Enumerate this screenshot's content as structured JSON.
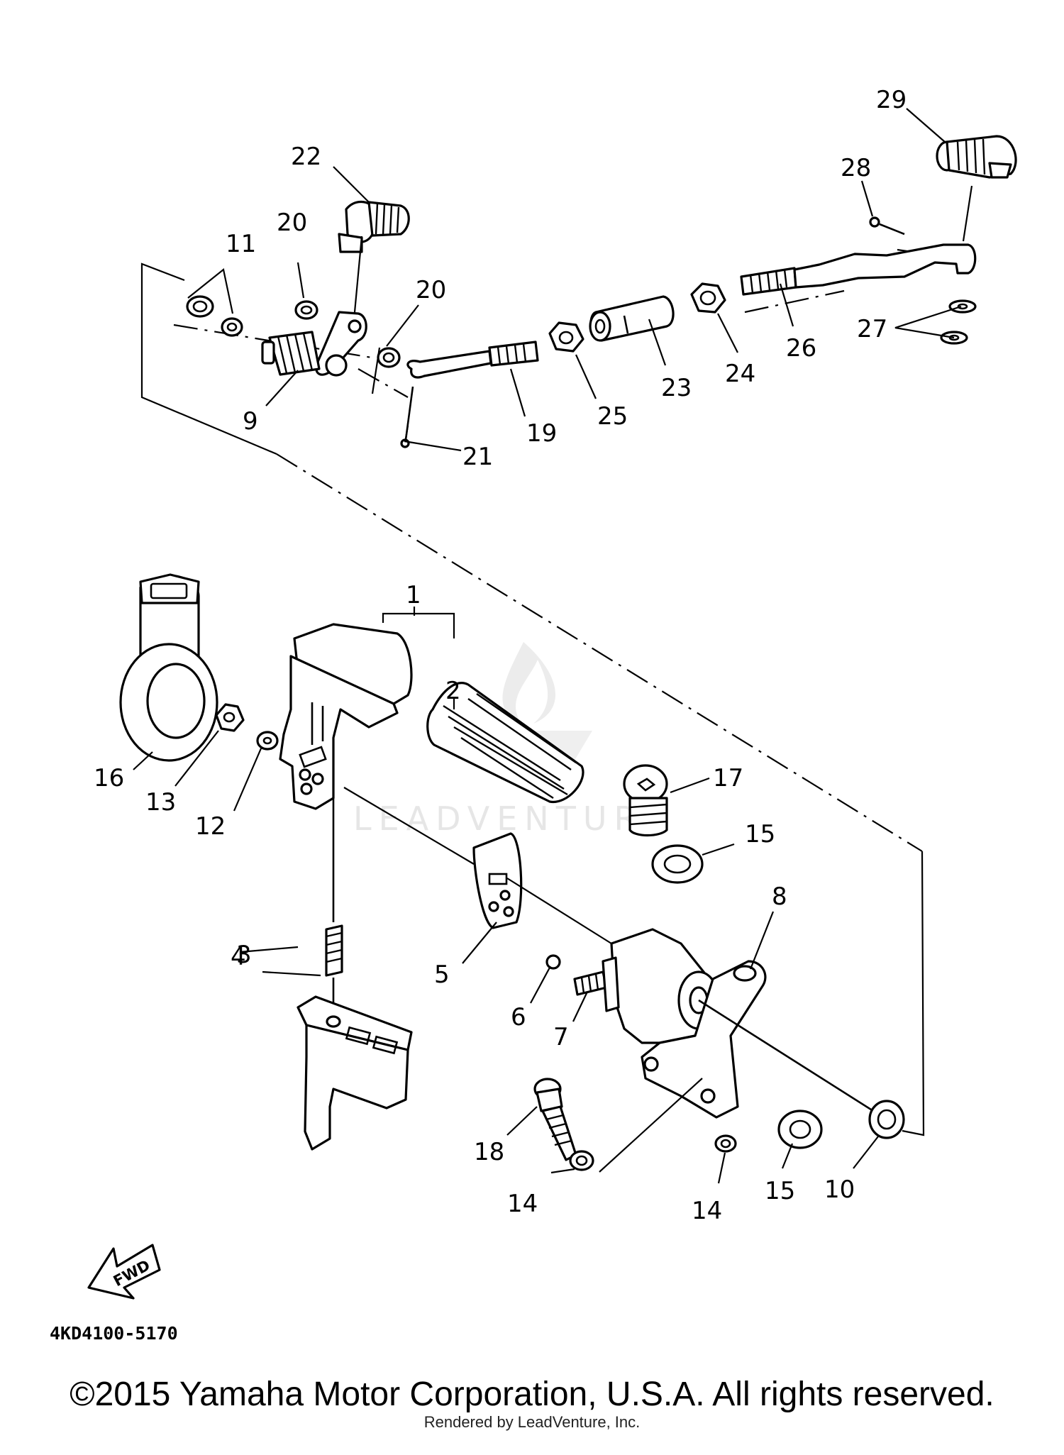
{
  "callouts": [
    "1",
    "2",
    "3",
    "4",
    "5",
    "6",
    "7",
    "8",
    "9",
    "10",
    "11",
    "12",
    "13",
    "14",
    "14",
    "15",
    "15",
    "16",
    "17",
    "18",
    "19",
    "20",
    "20",
    "21",
    "22",
    "23",
    "24",
    "25",
    "26",
    "27",
    "28",
    "29"
  ],
  "fwd_label": "FWD",
  "diagram_code": "4KD4100-5170",
  "watermark": "LEADVENTURE",
  "copyright": "©2015 Yamaha Motor Corporation, U.S.A. All rights reserved.",
  "rendered_by": "Rendered by LeadVenture, Inc."
}
